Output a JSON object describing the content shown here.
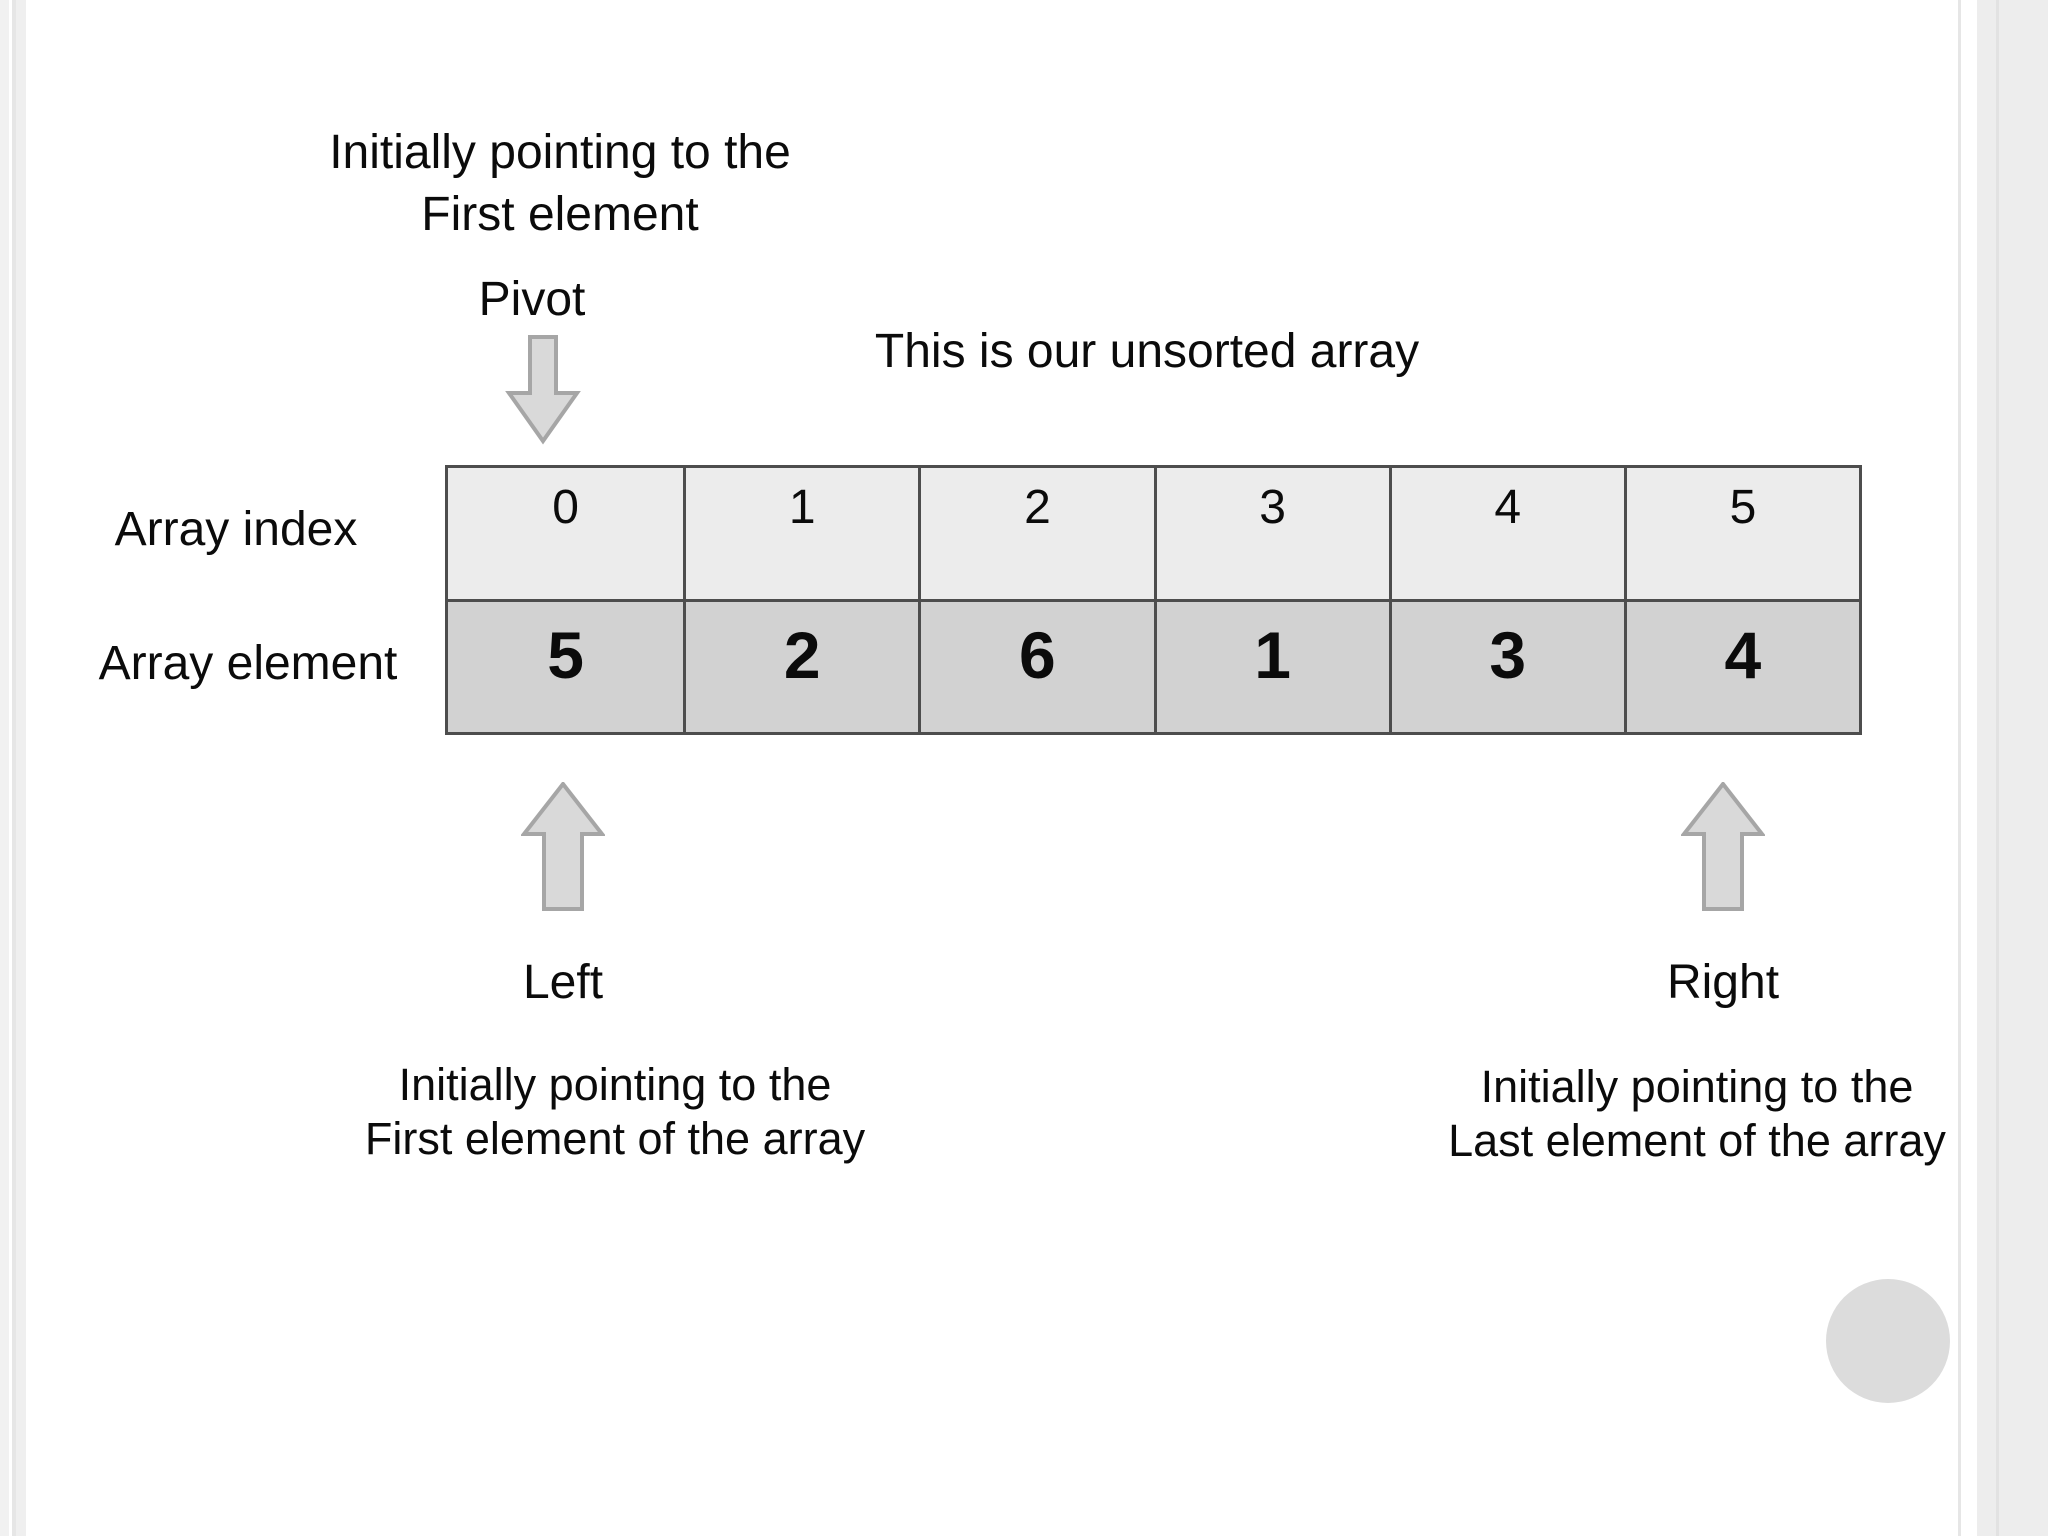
{
  "slide": {
    "pivot_note": {
      "line1": "Initially pointing to the",
      "line2": "First element"
    },
    "pivot_label": "Pivot",
    "caption": "This is our unsorted array",
    "row_labels": {
      "index": "Array index",
      "element": "Array element"
    },
    "array": {
      "indices": [
        "0",
        "1",
        "2",
        "3",
        "4",
        "5"
      ],
      "elements": [
        "5",
        "2",
        "6",
        "1",
        "3",
        "4"
      ]
    },
    "left_pointer": {
      "label": "Left",
      "note_line1": "Initially pointing to the",
      "note_line2": "First element of the array"
    },
    "right_pointer": {
      "label": "Right",
      "note_line1": "Initially pointing to the",
      "note_line2": "Last element of the array"
    },
    "colors": {
      "index_row_bg": "#ececec",
      "element_row_bg": "#d2d2d2",
      "table_border": "#4d4d4d",
      "arrow_fill": "#d9d9d9",
      "arrow_stroke": "#a6a6a6",
      "circle": "#dcdcdc"
    }
  }
}
